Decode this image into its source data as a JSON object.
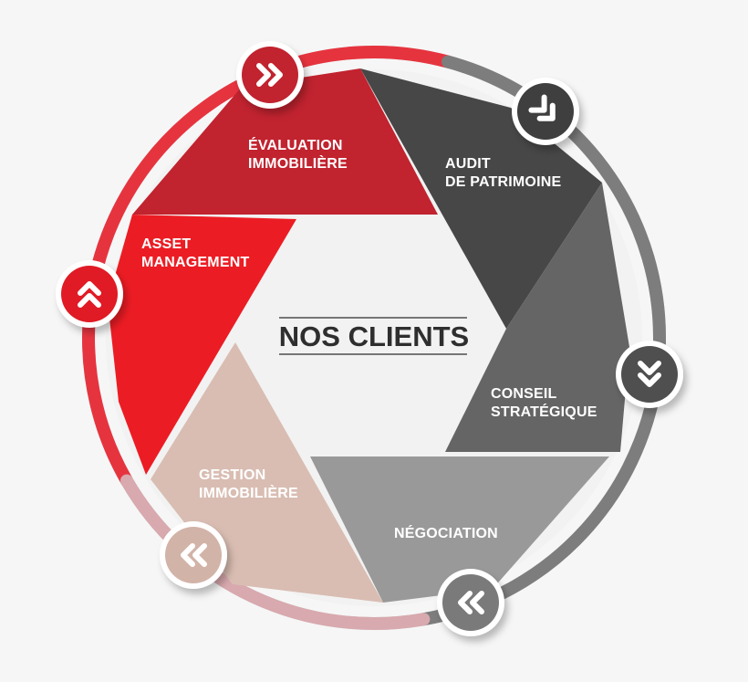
{
  "center": {
    "title": "NOS CLIENTS"
  },
  "segments": [
    {
      "id": "evaluation",
      "lines": [
        "ÉVALUATION",
        "IMMOBILIÈRE"
      ],
      "color": "#c1232f"
    },
    {
      "id": "audit",
      "lines": [
        "AUDIT",
        "DE PATRIMOINE"
      ],
      "color": "#474747"
    },
    {
      "id": "conseil",
      "lines": [
        "CONSEIL",
        "STRATÉGIQUE"
      ],
      "color": "#656565"
    },
    {
      "id": "negociation",
      "lines": [
        "NÉGOCIATION"
      ],
      "color": "#999999"
    },
    {
      "id": "gestion",
      "lines": [
        "GESTION",
        "IMMOBILIÈRE"
      ],
      "color": "#d9bdb2"
    },
    {
      "id": "asset",
      "lines": [
        "ASSET",
        "MANAGEMENT"
      ],
      "color": "#ec1c24"
    }
  ],
  "badges": [
    {
      "icon": "double-chevron-right-icon",
      "color": "#c1232f"
    },
    {
      "icon": "double-chevron-down-right-icon",
      "color": "#3f3f3f"
    },
    {
      "icon": "double-chevron-down-icon",
      "color": "#4f4f4f"
    },
    {
      "icon": "double-chevron-left-icon",
      "color": "#7a7a7a"
    },
    {
      "icon": "double-chevron-left-icon",
      "color": "#d2b3a8"
    },
    {
      "icon": "double-chevron-up-icon",
      "color": "#e01b25"
    }
  ],
  "ring": {
    "red": "#e6343f",
    "grey": "#7d7d7d",
    "rose": "#d8a9ae"
  }
}
